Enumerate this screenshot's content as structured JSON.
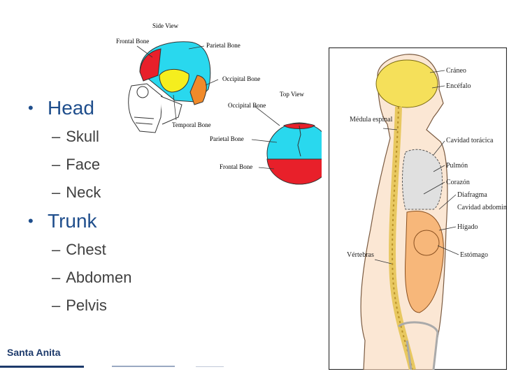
{
  "bullets": [
    {
      "label": "Head",
      "children": [
        "Skull",
        "Face",
        "Neck"
      ]
    },
    {
      "label": "Trunk",
      "children": [
        "Chest",
        "Abdomen",
        "Pelvis"
      ]
    }
  ],
  "skull_side": {
    "title": "Side View",
    "labels": {
      "frontal": "Frontal Bone",
      "parietal": "Parietal Bone",
      "occipital": "Occipital Bone",
      "temporal": "Temporal Bone"
    }
  },
  "skull_top": {
    "title": "Top View",
    "labels": {
      "occipital": "Occipital Bone",
      "parietal": "Parietal Bone",
      "frontal": "Frontal Bone"
    }
  },
  "anatomy": {
    "labels": {
      "craneo": "Cráneo",
      "encefalo": "Encéfalo",
      "medula": "Médula espinal",
      "cavidad_toracica": "Cavidad torácica",
      "pulmon": "Pulmón",
      "corazon": "Corazón",
      "diafragma": "Diafragma",
      "cavidad_abdominal": "Cavidad abdominal",
      "higado": "Hígado",
      "vertebras": "Vértebras",
      "estomago": "Estómago"
    }
  },
  "logo": {
    "text": "Santa Anita"
  },
  "colors": {
    "bullet_text": "#1f4e8c",
    "sub_text": "#404040",
    "frontal": "#e8202a",
    "parietal": "#29d8ee",
    "temporal": "#f5ee1e",
    "occipital": "#f08a2a",
    "brain": "#f5e05a",
    "abdomen": "#f7b77a",
    "lung": "#e0e0e0"
  }
}
